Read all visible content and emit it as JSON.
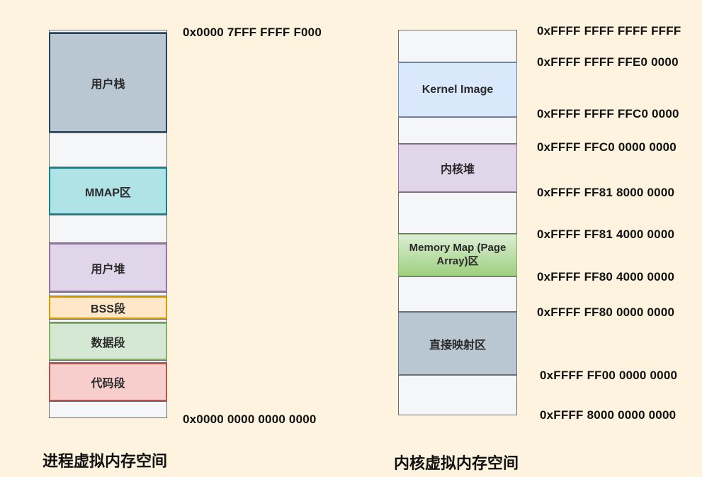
{
  "diagram": {
    "background_color": "#fdf3de",
    "process_space": {
      "title": "进程虚拟内存空间",
      "top_address": "0x0000 7FFF FFFF F000",
      "bottom_address": "0x0000 0000 0000 0000",
      "segments": [
        {
          "name": "user-stack",
          "label": "用户栈",
          "fill": "#b9c7d2",
          "border": "#23445d"
        },
        {
          "name": "mmap",
          "label": "MMAP区",
          "fill": "#afe3e6",
          "border": "#12848c"
        },
        {
          "name": "user-heap",
          "label": "用户堆",
          "fill": "#e0d5e9",
          "border": "#9673a6"
        },
        {
          "name": "bss",
          "label": "BSS段",
          "fill": "#ffe7c8",
          "border": "#d79b00"
        },
        {
          "name": "data",
          "label": "数据段",
          "fill": "#d5e8d4",
          "border": "#82b366"
        },
        {
          "name": "code",
          "label": "代码段",
          "fill": "#f8cecc",
          "border": "#b85450"
        }
      ]
    },
    "kernel_space": {
      "title": "内核虚拟内存空间",
      "addresses": [
        "0xFFFF FFFF FFFF FFFF",
        "0xFFFF FFFF FFE0 0000",
        "0xFFFF FFFF FFC0 0000",
        "0xFFFF FFC0 0000 0000",
        "0xFFFF FF81 8000 0000",
        "0xFFFF FF81 4000 0000",
        "0xFFFF FF80 4000 0000",
        "0xFFFF FF80 0000 0000",
        "0xFFFF FF00 0000 0000",
        "0xFFFF 8000 0000 0000"
      ],
      "segments": [
        {
          "name": "kernel-image",
          "label": "Kernel Image",
          "fill": "#dae8fc",
          "border": "#6c8ebf"
        },
        {
          "name": "kernel-heap",
          "label": "内核堆",
          "fill": "#e0d5e9",
          "border": "#9673a6"
        },
        {
          "name": "memory-map",
          "label": "Memory Map (Page Array)区",
          "fill_top": "#dcedd5",
          "fill_bottom": "#9ed07f",
          "border": "#82b366"
        },
        {
          "name": "direct-mapping",
          "label": "直接映射区",
          "fill": "#b9c7d2",
          "border": "#5e7186"
        }
      ]
    }
  }
}
